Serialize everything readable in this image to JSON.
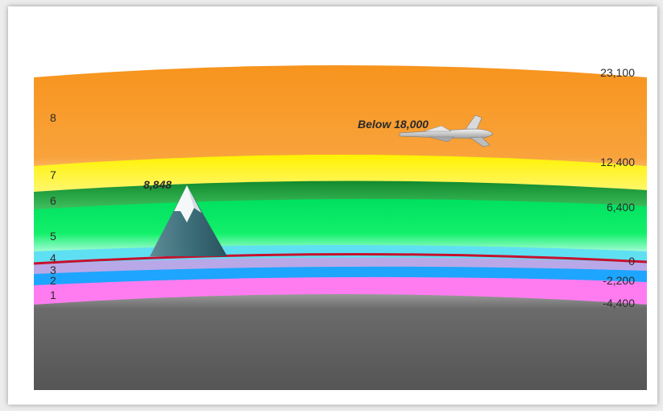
{
  "layers": [
    "1",
    "2",
    "3",
    "4",
    "5",
    "6",
    "7",
    "8"
  ],
  "altitudes": [
    "23,100",
    "12,400",
    "6,400",
    "0",
    "-2,200",
    "-4,400"
  ],
  "mountain_peak": "8,848",
  "plane_label": "Below 18,000",
  "colors": {
    "orange": "#f7941d",
    "yellow": "#fff200",
    "dark_green": "#1aa33a",
    "bright_green": "#00e85a",
    "cyan": "#5fe0f2",
    "red_line": "#c8102e",
    "lavender": "#b9a8e8",
    "blue": "#1ea5ff",
    "pink": "#ff7cf0",
    "ground": "#6f6f6f"
  }
}
